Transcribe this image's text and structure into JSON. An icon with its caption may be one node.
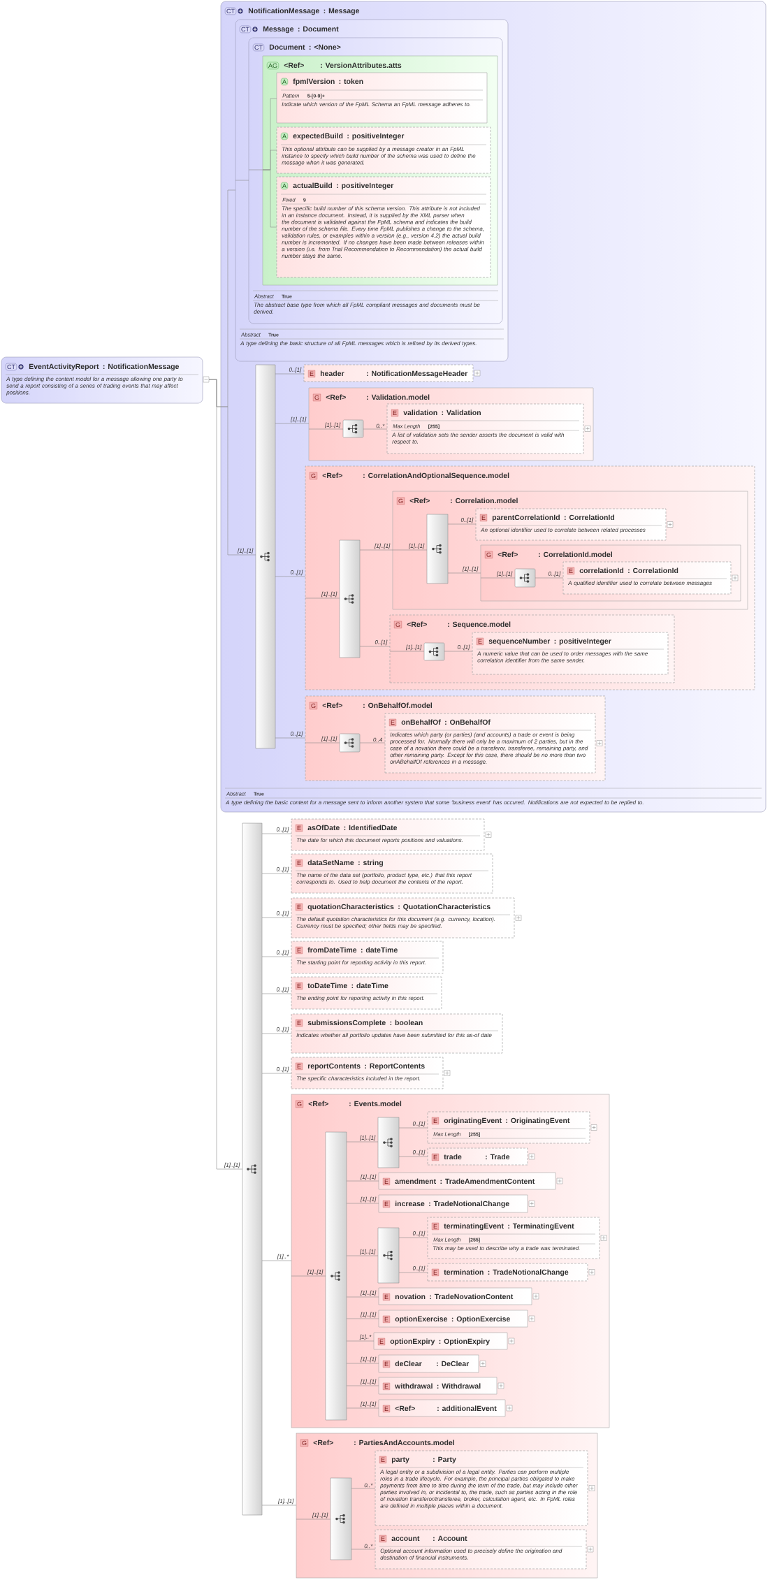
{
  "diagram": {
    "nodes": [
      {
        "text": [
          "CT",
          "EventActivityReport",
          ": NotificationMessage",
          "A type defining the content model for a message allowing one party to send a report consisting of a series of trading events that may affect positions."
        ]
      },
      {
        "text": [
          "CT",
          "NotificationMessage",
          ": Message",
          "Abstract",
          "True",
          "A type defining the basic content for a message sent to inform another system that some 'business event' has occured. Notifications are not expected to be replied to."
        ]
      },
      {
        "text": [
          "CT",
          "Message",
          ": Document",
          "Abstract",
          "True",
          "A type defining the basic structure of all FpML messages which is refined by its derived types."
        ],
        "in": 1
      },
      {
        "text": [
          "CT",
          "Document",
          ": <None>",
          "Abstract",
          "True",
          "The abstract base type from which all FpML compliant messages and documents must be derived."
        ],
        "in": 2
      },
      {
        "text": [
          "AG",
          "<Ref>",
          ": VersionAttributes.atts"
        ],
        "in": 3
      },
      {
        "text": [
          "A",
          "fpmlVersion",
          ": token",
          "Pattern",
          "5-[0-9]+",
          "Indicate which version of the FpML Schema an FpML message adheres to."
        ],
        "in": 4
      },
      {
        "text": [
          "A",
          "expectedBuild",
          ": positiveInteger",
          "This optional attribute can be supplied by a message creator in an FpML instance to specify which build number of the schema was used to define the message when it was generated."
        ],
        "in": 4
      },
      {
        "text": [
          "A",
          "actualBuild",
          ": positiveInteger",
          "Fixed",
          "9",
          "The specific build number of this schema version. This attribute is not included in an instance document. Instead, it is supplied by the XML parser when the document is validated against the FpML schema and indicates the build number of the schema file. Every time FpML publishes a change to the schema, validation rules, or examples within a version (e.g., version 4.2) the actual build number is incremented. If no changes have been made between releases within a version (i.e. from Trial Recommendation to Recommendation) the actual build number stays the same."
        ],
        "in": 4
      },
      {
        "text": [],
        "shape": "bar",
        "in": 1
      },
      {
        "text": [
          "E",
          "header",
          ": NotificationMessageHeader"
        ],
        "in": 1
      },
      {
        "text": [
          "G",
          "<Ref>",
          ": Validation.model"
        ],
        "in": 1
      },
      {
        "text": [],
        "shape": "box",
        "in": 10
      },
      {
        "text": [
          "E",
          "validation",
          ": Validation",
          "Max Length",
          "[255]",
          "A list of validation sets the sender asserts the document is valid with respect to."
        ],
        "in": 10
      },
      {
        "text": [
          "G",
          "<Ref>",
          ": CorrelationAndOptionalSequence.model"
        ],
        "in": 1
      },
      {
        "text": [],
        "shape": "bar",
        "in": 13
      },
      {
        "text": [
          "G",
          "<Ref>",
          ": Correlation.model"
        ],
        "in": 13
      },
      {
        "text": [],
        "shape": "bar",
        "in": 15
      },
      {
        "text": [
          "E",
          "parentCorrelationId",
          ": CorrelationId",
          "An optional identifier used to correlate between related processes"
        ],
        "in": 15
      },
      {
        "text": [
          "G",
          "<Ref>",
          ": CorrelationId.model"
        ],
        "in": 15
      },
      {
        "text": [],
        "shape": "box",
        "in": 18
      },
      {
        "text": [
          "E",
          "correlationId",
          ": CorrelationId",
          "A qualified identifier used to correlate between messages"
        ],
        "in": 18
      },
      {
        "text": [
          "G",
          "<Ref>",
          ": Sequence.model"
        ],
        "in": 13
      },
      {
        "text": [],
        "shape": "box",
        "in": 21
      },
      {
        "text": [
          "E",
          "sequenceNumber",
          ": positiveInteger",
          "A numeric value that can be used to order messages with the same correlation identifier from the same sender."
        ],
        "in": 21
      },
      {
        "text": [
          "G",
          "<Ref>",
          ": OnBehalfOf.model"
        ],
        "in": 1
      },
      {
        "text": [],
        "shape": "box",
        "in": 24
      },
      {
        "text": [
          "E",
          "onBehalfOf",
          ": OnBehalfOf",
          "Indicates which party (or parties) (and accounts) a trade or event is being processed for. Normally there will only be a maximum of 2 parties, but in the case of a novation there could be a transferor, transferee, remaining party, and other remaining party. Except for this case, there should be no more than two onABehalfOf references in a message."
        ],
        "in": 24
      },
      {
        "text": [],
        "shape": "bar"
      },
      {
        "text": [
          "E",
          "asOfDate",
          ": IdentifiedDate",
          "The date for which this document reports positions and valuations."
        ]
      },
      {
        "text": [
          "E",
          "dataSetName",
          ": string",
          "The name of the data set (portfolio, product type, etc.) that this report corresponds to. Used to help document the contents of the report."
        ]
      },
      {
        "text": [
          "E",
          "quotationCharacteristics",
          ": QuotationCharacteristics",
          "The default quotation characteristics for this document (e.g. currency, location). Currency must be specified; other fields may be specified."
        ]
      },
      {
        "text": [
          "E",
          "fromDateTime",
          ": dateTime",
          "The starting point for reporting activity in this report."
        ]
      },
      {
        "text": [
          "E",
          "toDateTime",
          ": dateTime",
          "The ending point for reporting activity in this report."
        ]
      },
      {
        "text": [
          "E",
          "submissionsComplete",
          ": boolean",
          "Indicates whether all portfolio updates have been submitted for this as-of date"
        ]
      },
      {
        "text": [
          "E",
          "reportContents",
          ": ReportContents",
          "The specific characteristics included in the report."
        ]
      },
      {
        "text": [
          "G",
          "<Ref>",
          ": Events.model"
        ]
      },
      {
        "text": [],
        "shape": "bar",
        "in": 35
      },
      {
        "text": [],
        "shape": "bar",
        "in": 35
      },
      {
        "text": [
          "E",
          "originatingEvent",
          ": OriginatingEvent",
          "Max Length",
          "[255]"
        ],
        "in": 35
      },
      {
        "text": [
          "E",
          "trade",
          ": Trade"
        ],
        "in": 35
      },
      {
        "text": [
          "E",
          "amendment",
          ": TradeAmendmentContent"
        ],
        "in": 35
      },
      {
        "text": [
          "E",
          "increase",
          ": TradeNotionalChange"
        ],
        "in": 35
      },
      {
        "text": [],
        "shape": "bar",
        "in": 35
      },
      {
        "text": [
          "E",
          "terminatingEvent",
          ": TerminatingEvent",
          "Max Length",
          "[255]",
          "This may be used to describe why a trade was terminated."
        ],
        "in": 35
      },
      {
        "text": [
          "E",
          "termination",
          ": TradeNotionalChange"
        ],
        "in": 35
      },
      {
        "text": [
          "E",
          "novation",
          ": TradeNovationContent"
        ],
        "in": 35
      },
      {
        "text": [
          "E",
          "optionExercise",
          ": OptionExercise"
        ],
        "in": 35
      },
      {
        "text": [
          "E",
          "optionExpiry",
          ": OptionExpiry"
        ],
        "in": 35
      },
      {
        "text": [
          "E",
          "deClear",
          ": DeClear"
        ],
        "in": 35
      },
      {
        "text": [
          "E",
          "withdrawal",
          ": Withdrawal"
        ],
        "in": 35
      },
      {
        "text": [
          "E",
          "<Ref>",
          ": additionalEvent"
        ],
        "in": 35
      },
      {
        "text": [
          "G",
          "<Ref>",
          ": PartiesAndAccounts.model"
        ]
      },
      {
        "text": [],
        "shape": "bar",
        "in": 51
      },
      {
        "text": [
          "E",
          "party",
          ": Party",
          "A legal entity or a subdivision of a legal entity. Parties can perform multiple roles in a trade lifecycle. For example, the principal parties obligated to make payments from time to time during the term of the trade, but may include other parties involved in, or incidental to, the trade, such as parties acting in the role of novation transferor/transferee, broker, calculation agent, etc. In FpML roles are defined in multiple places within a document."
        ],
        "in": 51
      },
      {
        "text": [
          "E",
          "account",
          ": Account",
          "Optional account information used to precisely define the origination and destination of financial instruments."
        ],
        "in": 51
      }
    ],
    "edges": [
      {
        "from": 0,
        "to": 2,
        "arrow": "none"
      },
      {
        "from": 0,
        "to": 8,
        "arrow": "none",
        "label": "[1]..[1]"
      },
      {
        "from": 0,
        "to": 27,
        "arrow": "none",
        "label": "[1]..[1]"
      },
      {
        "from": 2,
        "to": 3,
        "arrow": "none"
      },
      {
        "from": 3,
        "to": 4,
        "arrow": "none"
      },
      {
        "from": 4,
        "to": 5,
        "arrow": "none"
      },
      {
        "from": 4,
        "to": 6,
        "arrow": "none"
      },
      {
        "from": 4,
        "to": 7,
        "arrow": "none"
      },
      {
        "from": 8,
        "to": 9,
        "arrow": "none",
        "label": "0..[1]"
      },
      {
        "from": 8,
        "to": 10,
        "arrow": "none",
        "label": "[1]..[1]"
      },
      {
        "from": 10,
        "to": 11,
        "arrow": "none",
        "label": "[1]..[1]"
      },
      {
        "from": 11,
        "to": 12,
        "arrow": "none",
        "label": "0..*"
      },
      {
        "from": 8,
        "to": 13,
        "arrow": "none",
        "label": "0..[1]"
      },
      {
        "from": 13,
        "to": 14,
        "arrow": "none",
        "label": "[1]..[1]"
      },
      {
        "from": 14,
        "to": 15,
        "arrow": "none",
        "label": "[1]..[1]"
      },
      {
        "from": 15,
        "to": 16,
        "arrow": "none",
        "label": "[1]..[1]"
      },
      {
        "from": 16,
        "to": 17,
        "arrow": "none",
        "label": "0..[1]"
      },
      {
        "from": 16,
        "to": 18,
        "arrow": "none",
        "label": "[1]..[1]"
      },
      {
        "from": 18,
        "to": 19,
        "arrow": "none",
        "label": "[1]..[1]"
      },
      {
        "from": 19,
        "to": 20,
        "arrow": "none",
        "label": "0..[1]"
      },
      {
        "from": 14,
        "to": 21,
        "arrow": "none",
        "label": "0..[1]"
      },
      {
        "from": 21,
        "to": 22,
        "arrow": "none",
        "label": "[1]..[1]"
      },
      {
        "from": 22,
        "to": 23,
        "arrow": "none",
        "label": "0..[1]"
      },
      {
        "from": 8,
        "to": 24,
        "arrow": "none",
        "label": "0..[1]"
      },
      {
        "from": 24,
        "to": 25,
        "arrow": "none",
        "label": "[1]..[1]"
      },
      {
        "from": 25,
        "to": 26,
        "arrow": "none",
        "label": "0..4"
      },
      {
        "from": 27,
        "to": 28,
        "arrow": "none",
        "label": "0..[1]"
      },
      {
        "from": 27,
        "to": 29,
        "arrow": "none",
        "label": "0..[1]"
      },
      {
        "from": 27,
        "to": 30,
        "arrow": "none",
        "label": "0..[1]"
      },
      {
        "from": 27,
        "to": 31,
        "arrow": "none",
        "label": "0..[1]"
      },
      {
        "from": 27,
        "to": 32,
        "arrow": "none",
        "label": "0..[1]"
      },
      {
        "from": 27,
        "to": 33,
        "arrow": "none",
        "label": "0..[1]"
      },
      {
        "from": 27,
        "to": 34,
        "arrow": "none",
        "label": "0..[1]"
      },
      {
        "from": 27,
        "to": 35,
        "arrow": "none",
        "label": "[1]..*"
      },
      {
        "from": 35,
        "to": 36,
        "arrow": "none",
        "label": "[1]..[1]"
      },
      {
        "from": 36,
        "to": 37,
        "arrow": "none",
        "label": "[1]..[1]"
      },
      {
        "from": 37,
        "to": 38,
        "arrow": "none",
        "label": "0..[1]"
      },
      {
        "from": 37,
        "to": 39,
        "arrow": "none",
        "label": "0..[1]"
      },
      {
        "from": 36,
        "to": 40,
        "arrow": "none",
        "label": "[1]..[1]"
      },
      {
        "from": 36,
        "to": 41,
        "arrow": "none",
        "label": "[1]..[1]"
      },
      {
        "from": 36,
        "to": 42,
        "arrow": "none",
        "label": "[1]..[1]"
      },
      {
        "from": 42,
        "to": 43,
        "arrow": "none",
        "label": "0..[1]"
      },
      {
        "from": 42,
        "to": 44,
        "arrow": "none",
        "label": "0..[1]"
      },
      {
        "from": 36,
        "to": 45,
        "arrow": "none",
        "label": "[1]..[1]"
      },
      {
        "from": 36,
        "to": 46,
        "arrow": "none",
        "label": "[1]..[1]"
      },
      {
        "from": 36,
        "to": 47,
        "arrow": "none",
        "label": "[1]..*"
      },
      {
        "from": 36,
        "to": 48,
        "arrow": "none",
        "label": "[1]..[1]"
      },
      {
        "from": 36,
        "to": 49,
        "arrow": "none",
        "label": "[1]..[1]"
      },
      {
        "from": 36,
        "to": 50,
        "arrow": "none",
        "label": "[1]..[1]"
      },
      {
        "from": 27,
        "to": 51,
        "arrow": "none",
        "label": "[1]..[1]"
      },
      {
        "from": 51,
        "to": 52,
        "arrow": "none",
        "label": "[1]..[1]"
      },
      {
        "from": 52,
        "to": 53,
        "arrow": "none",
        "label": "0..*"
      },
      {
        "from": 52,
        "to": 54,
        "arrow": "none",
        "label": "0..*"
      }
    ]
  }
}
